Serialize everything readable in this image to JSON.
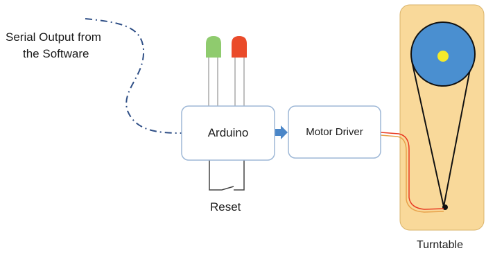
{
  "labels": {
    "serial_line1": "Serial Output from",
    "serial_line2": "the Software",
    "arduino": "Arduino",
    "motor_driver": "Motor Driver",
    "reset": "Reset",
    "turntable": "Turntable"
  },
  "colors": {
    "box_fill": "#ffffff",
    "box_stroke": "#9db7d6",
    "dashdot_line": "#2f4f86",
    "arrow": "#4a86c8",
    "led_green": "#8fcb6e",
    "led_red": "#ea4b2a",
    "led_leg": "#a9a9a9",
    "reset_wire": "#444444",
    "turntable_panel": "#f9d99a",
    "turntable_panel_stroke": "#d9b36a",
    "platter": "#4a8fd0",
    "spindle": "#f4ea2a",
    "belt": "#111111",
    "wire_red": "#e83a22",
    "wire_orange": "#e8a24a"
  }
}
